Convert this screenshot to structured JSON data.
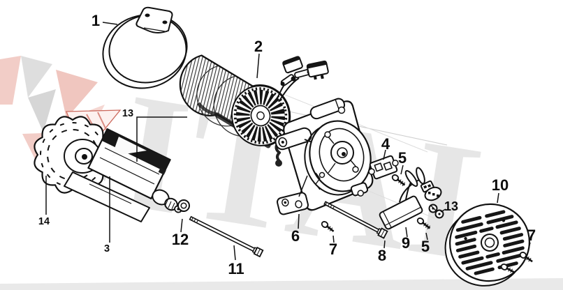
{
  "diagram": {
    "background": "#ffffff",
    "line_color": "#111111"
  },
  "watermark": {
    "text": "ITAL",
    "colors": {
      "letters": "#d7d7d7",
      "logo_pink": "#f2cdc7",
      "logo_pink_light": "#f5d7d2",
      "logo_grey": "#d9d9d9",
      "logo_red": "#cc6a5e",
      "bottom_band": "#e9e9e9"
    }
  },
  "callouts": {
    "c1": {
      "label": "1"
    },
    "c2": {
      "label": "2"
    },
    "c3": {
      "label": "3"
    },
    "c4": {
      "label": "4"
    },
    "c5a": {
      "label": "5"
    },
    "c5b": {
      "label": "5"
    },
    "c6": {
      "label": "6"
    },
    "c7a": {
      "label": "7"
    },
    "c7b": {
      "label": "7"
    },
    "c8": {
      "label": "8"
    },
    "c9": {
      "label": "9"
    },
    "c10": {
      "label": "10"
    },
    "c11": {
      "label": "11"
    },
    "c12": {
      "label": "12"
    },
    "c13a": {
      "label": "13"
    },
    "c13b": {
      "label": "13"
    },
    "c14": {
      "label": "14"
    }
  }
}
